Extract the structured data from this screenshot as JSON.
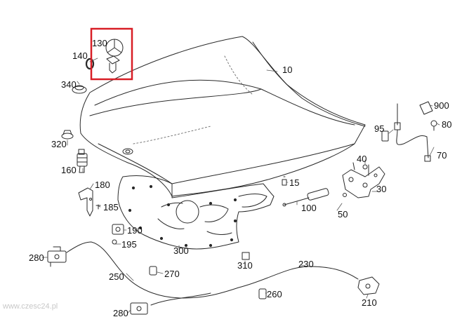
{
  "diagram": {
    "highlight_color": "#d81e26",
    "line_color": "#2a2a2a",
    "part_labels": {
      "p10": "10",
      "p15": "15",
      "p30": "30",
      "p40": "40",
      "p50": "50",
      "p70": "70",
      "p80": "80",
      "p95": "95",
      "p100": "100",
      "p130": "130",
      "p140": "140",
      "p160": "160",
      "p180": "180",
      "p185": "185",
      "p190": "190",
      "p195": "195",
      "p210": "210",
      "p230": "230",
      "p250": "250",
      "p260": "260",
      "p270": "270",
      "p280a": "280",
      "p280b": "280",
      "p300": "300",
      "p310": "310",
      "p320": "320",
      "p340": "340",
      "p900": "900"
    },
    "watermark": "www.czesc24.pl"
  }
}
